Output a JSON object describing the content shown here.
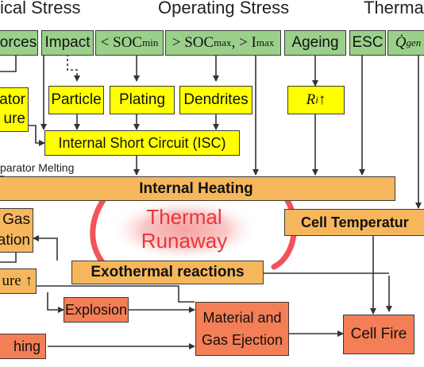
{
  "headers": {
    "mechanical": "ical Stress",
    "operating": "Operating Stress",
    "thermal": "Therma"
  },
  "causes": {
    "forces": "orces",
    "impact": "Impact",
    "soc_min_prefix": "< SOC",
    "soc_min_sub": "min",
    "soc_max_prefix": "> SOC",
    "soc_max_sub": "max",
    "soc_max_suffix": ", > I",
    "imax_sub": "max",
    "ageing": "Ageing",
    "esc": "ESC",
    "q_gen": "Q̇",
    "q_gen_sub": "gen"
  },
  "mechanisms": {
    "particle": "Particle",
    "plating": "Plating",
    "dendrites": "Dendrites",
    "ri_symbol": "R",
    "ri_sub": "i",
    "ri_arrow": " ↑",
    "separator_line1": "ator",
    "separator_line2": "ure",
    "isc": "Internal Short Circuit (ISC)",
    "separator_melting": "parator Melting"
  },
  "events": {
    "internal_heating": "Internal Heating",
    "cell_temperature": "Cell Temperatur",
    "exothermal": "Exothermal reactions",
    "gas_line1": "Gas",
    "gas_line2": "rmation",
    "pressure": "ure ↑",
    "explosion": "Explosion",
    "material_line1": "Material and",
    "material_line2": "Gas Ejection",
    "cell_fire": "Cell Fire",
    "burning": "hing",
    "thermal_line1": "Thermal",
    "thermal_line2": "Runaway"
  },
  "colors": {
    "cause_green": "#9bd08b",
    "mechanism_yellow": "#ffff00",
    "event_orange": "#f6b75c",
    "outcome_red": "#f47e55",
    "runaway_red": "#e8373a"
  }
}
